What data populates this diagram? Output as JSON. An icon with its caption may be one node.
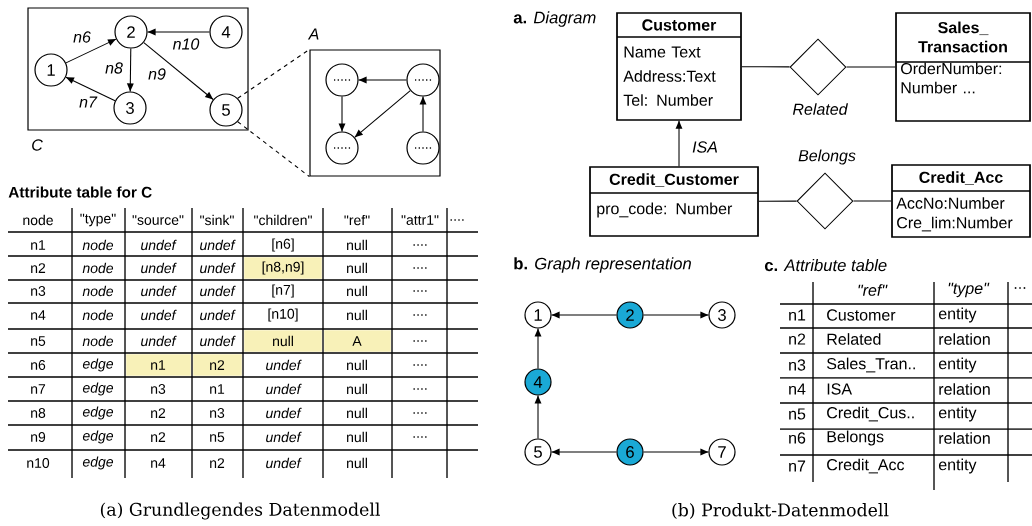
{
  "diagram": {
    "nodes": [
      {
        "text": [
          "C"
        ]
      },
      {
        "text": [
          "1"
        ],
        "in": 0
      },
      {
        "text": [
          "2"
        ],
        "in": 0
      },
      {
        "text": [
          "3"
        ],
        "in": 0
      },
      {
        "text": [
          "4"
        ],
        "in": 0
      },
      {
        "text": [
          "5"
        ],
        "in": 0
      },
      {
        "text": [
          "A"
        ]
      },
      {
        "text": [
          "....."
        ],
        "in": 6
      },
      {
        "text": [
          "....."
        ],
        "in": 6
      },
      {
        "text": [
          "....."
        ],
        "in": 6
      },
      {
        "text": [
          "....."
        ],
        "in": 6
      },
      {
        "text": [
          "Customer",
          "Name Text",
          "Address:Text",
          "Tel: Number"
        ]
      },
      {
        "text": [
          "Related"
        ]
      },
      {
        "text": [
          "Sales_ Transaction",
          "OrderNumber: Number ..."
        ]
      },
      {
        "text": [
          "Credit_Customer",
          "pro_code: Number"
        ]
      },
      {
        "text": [
          "Belongs"
        ]
      },
      {
        "text": [
          "Credit_Acc",
          "AccNo:Number",
          "Cre_lim:Number"
        ]
      },
      {
        "text": [
          "1"
        ]
      },
      {
        "text": [
          "2"
        ]
      },
      {
        "text": [
          "3"
        ]
      },
      {
        "text": [
          "4"
        ]
      },
      {
        "text": [
          "5"
        ]
      },
      {
        "text": [
          "6"
        ]
      },
      {
        "text": [
          "7"
        ]
      }
    ],
    "edges": [
      {
        "from": 1,
        "to": 2,
        "arrow": "to",
        "label": "n6"
      },
      {
        "from": 4,
        "to": 2,
        "arrow": "to",
        "label": "n10"
      },
      {
        "from": 2,
        "to": 3,
        "arrow": "to",
        "label": "n8"
      },
      {
        "from": 2,
        "to": 5,
        "arrow": "to",
        "label": "n9"
      },
      {
        "from": 3,
        "to": 1,
        "arrow": "to",
        "label": "n7"
      },
      {
        "from": 5,
        "to": 6,
        "arrow": "none",
        "style": "dashed"
      },
      {
        "from": 5,
        "to": 6,
        "arrow": "none",
        "style": "dashed"
      },
      {
        "from": 8,
        "to": 7,
        "arrow": "to"
      },
      {
        "from": 7,
        "to": 9,
        "arrow": "to"
      },
      {
        "from": 8,
        "to": 9,
        "arrow": "to"
      },
      {
        "from": 10,
        "to": 8,
        "arrow": "to"
      },
      {
        "from": 11,
        "to": 12,
        "arrow": "none"
      },
      {
        "from": 12,
        "to": 13,
        "arrow": "none"
      },
      {
        "from": 14,
        "to": 11,
        "arrow": "to",
        "label": "ISA"
      },
      {
        "from": 14,
        "to": 15,
        "arrow": "none"
      },
      {
        "from": 15,
        "to": 16,
        "arrow": "none"
      },
      {
        "from": 18,
        "to": 17,
        "arrow": "to"
      },
      {
        "from": 18,
        "to": 19,
        "arrow": "to"
      },
      {
        "from": 20,
        "to": 17,
        "arrow": "to"
      },
      {
        "from": 21,
        "to": 20,
        "arrow": "to"
      },
      {
        "from": 22,
        "to": 21,
        "arrow": "to"
      },
      {
        "from": 22,
        "to": 23,
        "arrow": "to"
      }
    ],
    "labels": [
      "Attribute table for C",
      "node",
      "\"type\"",
      "\"source\"",
      "\"sink\"",
      "\"children\"",
      "\"ref\"",
      "\"attr1\"",
      "....",
      "n1",
      "node",
      "undef",
      "undef",
      "[n6]",
      "null",
      "....",
      "n2",
      "node",
      "undef",
      "undef",
      "[n8,n9]",
      "null",
      "....",
      "n3",
      "node",
      "undef",
      "undef",
      "[n7]",
      "null",
      "....",
      "n4",
      "node",
      "undef",
      "undef",
      "[n10]",
      "null",
      "....",
      "n5",
      "node",
      "undef",
      "undef",
      "null",
      "A",
      "....",
      "n6",
      "edge",
      "n1",
      "n2",
      "undef",
      "null",
      "....",
      "n7",
      "edge",
      "n3",
      "n1",
      "undef",
      "null",
      "....",
      "n8",
      "edge",
      "n2",
      "n3",
      "undef",
      "null",
      "....",
      "n9",
      "edge",
      "n2",
      "n5",
      "undef",
      "null",
      "....",
      "n10",
      "edge",
      "n4",
      "n2",
      "undef",
      "null",
      "**a.** *Diagram*",
      "**b.** *Graph representation*",
      "**c.** *Attribute table*",
      "\"ref\"",
      "\"type\"",
      "...",
      "n1",
      "Customer",
      "entity",
      "n2",
      "Related",
      "relation",
      "n3",
      "Sales_Tran..",
      "entity",
      "n4",
      "ISA",
      "relation",
      "n5",
      "Credit_Cus..",
      "entity",
      "n6",
      "Belongs",
      "relation",
      "n7",
      "Credit_Acc",
      "entity",
      "(a) Grundlegendes Datenmodell",
      "(b) Produkt-Datenmodell"
    ]
  }
}
